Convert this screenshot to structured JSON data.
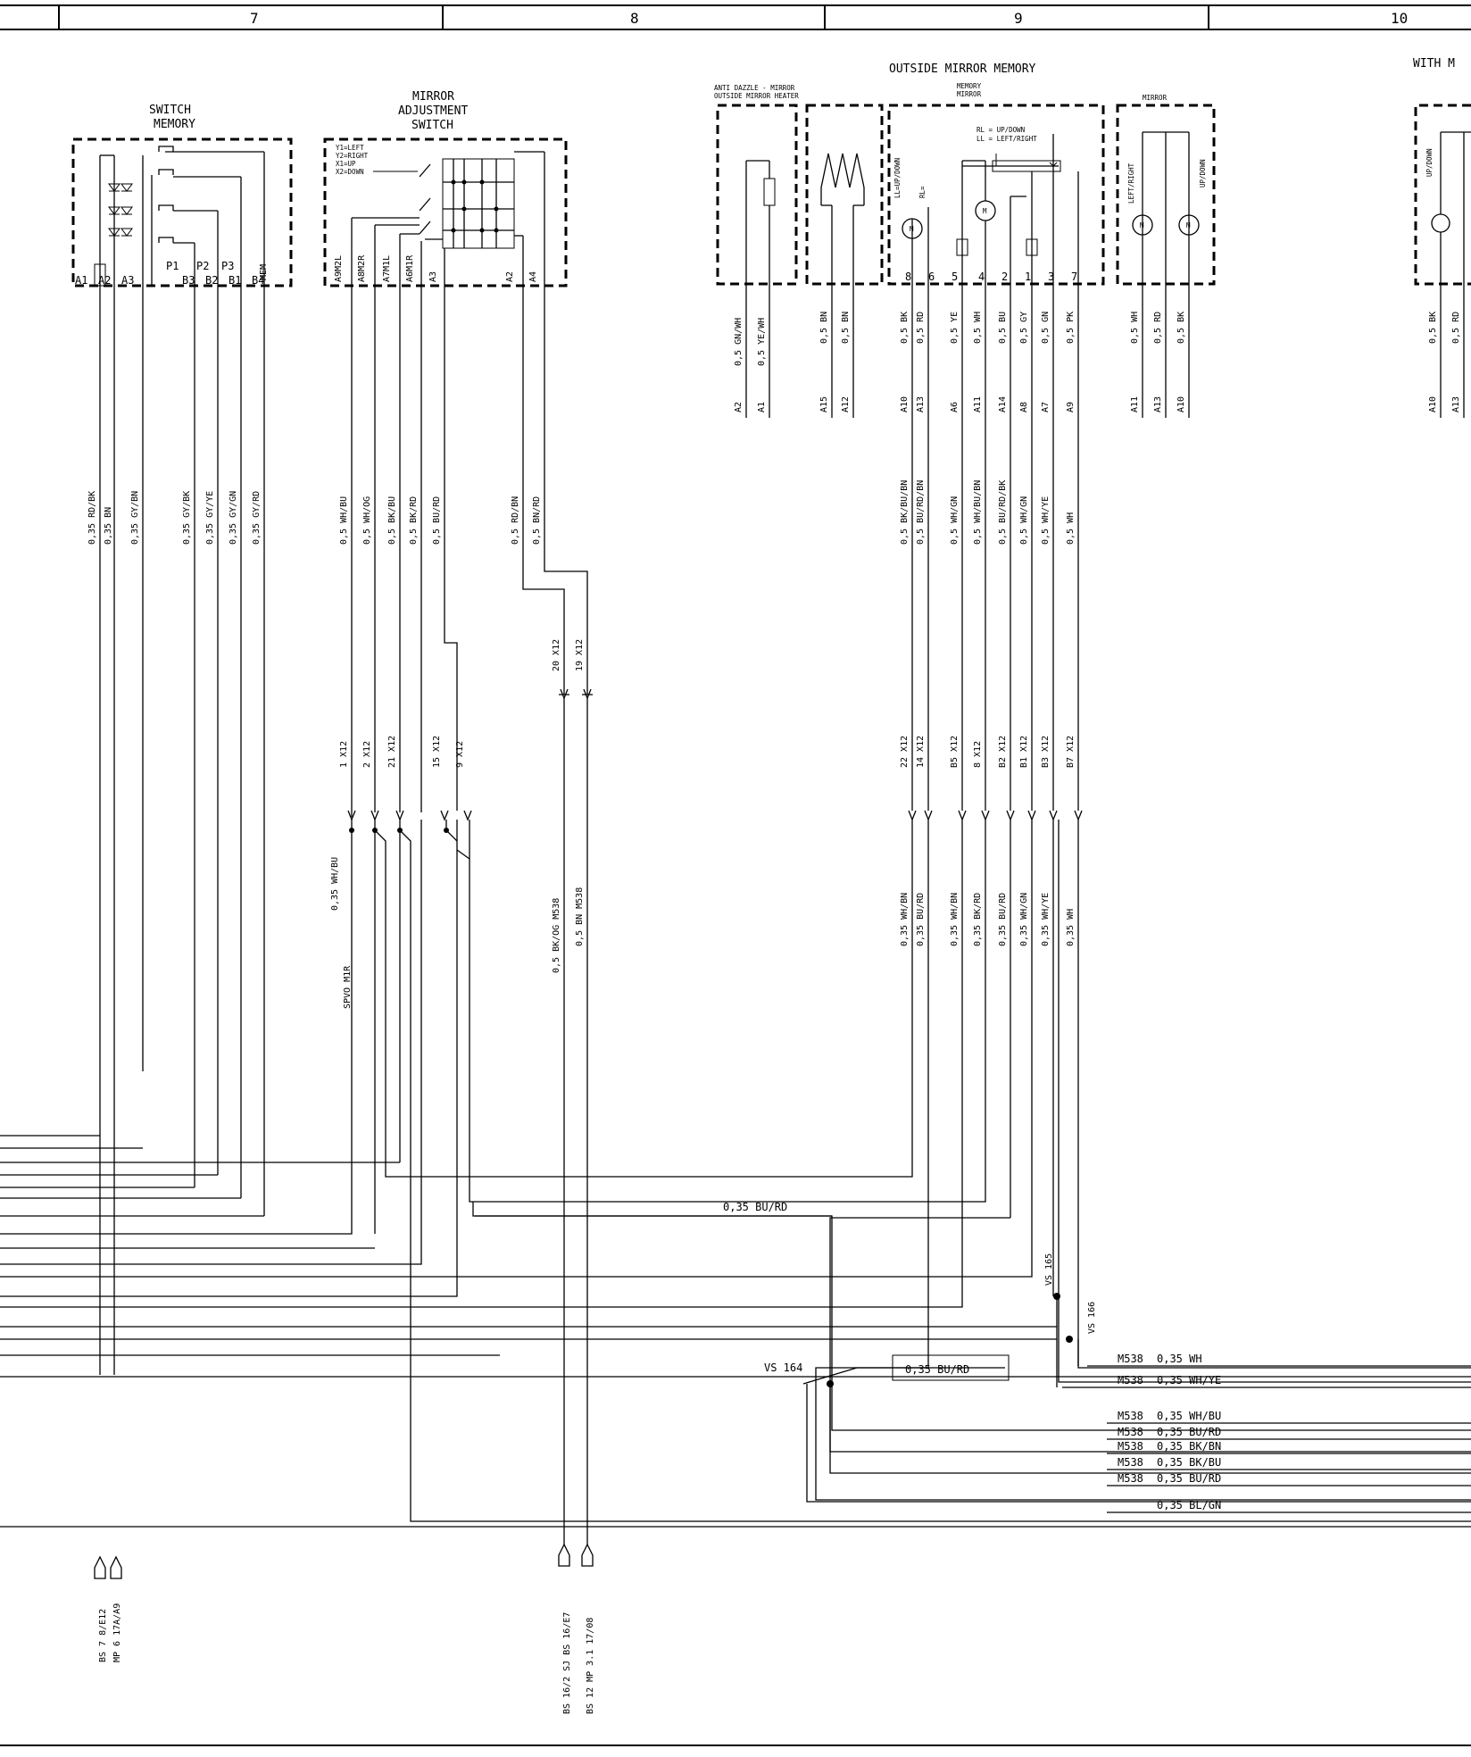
{
  "grid": {
    "columns": [
      "7",
      "8",
      "9",
      "10"
    ]
  },
  "titles": {
    "switch_memory_1": "SWITCH",
    "switch_memory_2": "MEMORY",
    "mirror_adj_1": "MIRROR",
    "mirror_adj_2": "ADJUSTMENT",
    "mirror_adj_3": "SWITCH",
    "outside_mirror_memory": "OUTSIDE MIRROR MEMORY",
    "anti_dazzle_1": "ANTI DAZZLE - MIRROR",
    "anti_dazzle_2": "OUTSIDE MIRROR HEATER",
    "memory_mirror_1": "MEMORY",
    "memory_mirror_2": "MIRROR",
    "mirror_box": "MIRROR",
    "with_m": "WITH M"
  },
  "legends": {
    "mirror_switch": [
      "Y1=LEFT",
      "Y2=RIGHT",
      "X1=UP",
      "X2=DOWN"
    ],
    "memory_mirror": [
      "RL = UP/DOWN",
      "LL = LEFT/RIGHT"
    ]
  },
  "motor_labels": {
    "ll_updown": "LL=UP/DOWN",
    "rl": "RL=",
    "left_right": "LEFT/RIGHT",
    "up_down": "UP/DOWN",
    "up_down_right": "UP/DOWN",
    "motor": "M"
  },
  "switch_memory_pins": [
    "A1",
    "A2",
    "A3",
    "B3",
    "B2",
    "B1",
    "B4"
  ],
  "switch_memory_keys": [
    "P1",
    "P2",
    "P3",
    "MEM"
  ],
  "mirror_switch_pins": [
    "A9M2L",
    "A8M2R",
    "A7M1L",
    "A6M1R",
    "A3",
    "A2",
    "A4"
  ],
  "memory_mirror_pins": [
    "8",
    "6",
    "5",
    "4",
    "2",
    "1",
    "3",
    "7"
  ],
  "upper_wires": [
    "0,35 RD/BK",
    "0,35 BN",
    "0,35 GY/BN",
    "0,35 GY/BK",
    "0,35 GY/YE",
    "0,35 GY/GN",
    "0,35 GY/RD",
    "0,5 WH/BU",
    "0,5 WH/OG",
    "0,5 BK/BU",
    "0,5 BK/RD",
    "0,5 BU/RD",
    "0,5 RD/BN",
    "0,5 BN/RD",
    "0,5 BK/BU/BN",
    "0,5 BU/RD/BN",
    "0,5 WH/GN",
    "0,5 WH/BU/BN",
    "0,5 BU/RD/BK",
    "0,5 WH/GN",
    "0,5 WH/YE",
    "0,5 WH"
  ],
  "top_wires": [
    "0,5 GN/WH",
    "0,5 YE/WH",
    "0,5 BN",
    "0,5 BN",
    "0,5 BK",
    "0,5 RD",
    "0,5 YE",
    "0,5 WH",
    "0,5 BU",
    "0,5 GY",
    "0,5 GN",
    "0,5 PK",
    "0,5 WH",
    "0,5 RD",
    "0,5 BK",
    "0,5 BK",
    "0,5 RD"
  ],
  "top_pins": [
    "A2",
    "A1",
    "A15",
    "A12",
    "A10",
    "A13",
    "A6",
    "A11",
    "A14",
    "A8",
    "A7",
    "A9",
    "A11",
    "A13",
    "A10",
    "A10",
    "A13"
  ],
  "connectors_mid": [
    "20 X12",
    "19 X12"
  ],
  "connectors_low": [
    "1 X12",
    "2 X12",
    "21 X12",
    "15 X12",
    "9 X12",
    "22 X12",
    "14 X12",
    "B5 X12",
    "8 X12",
    "B2 X12",
    "B1 X12",
    "B3 X12",
    "B7 X12"
  ],
  "lower_wires": [
    "0,35 WH/BU",
    "SPVO_M1R",
    "0,5 BK/OG M538",
    "0,5 BN  M538",
    "0,35 WH/BN",
    "0,35 BU/RD",
    "0,35 WH/BN",
    "0,35 BK/RD",
    "0,35 BU/RD",
    "0,35 WH/GN",
    "0,35 WH/YE",
    "0,35 WH"
  ],
  "bus_label": "0,35 BU/RD",
  "splices": [
    "VS 165",
    "VS 166",
    "VS 164"
  ],
  "splice_wire": "0,35 BU/RD",
  "right_bus": [
    {
      "code": "M538",
      "wire": "0,35 WH"
    },
    {
      "code": "M538",
      "wire": "0,35 WH/YE"
    },
    {
      "code": "M538",
      "wire": "0,35 WH/BU"
    },
    {
      "code": "M538",
      "wire": "0,35 BU/RD"
    },
    {
      "code": "M538",
      "wire": "0,35 BK/BN"
    },
    {
      "code": "M538",
      "wire": "0,35 BK/BU"
    },
    {
      "code": "M538",
      "wire": "0,35 BU/RD"
    },
    {
      "code": "",
      "wire": "0,35 BL/GN"
    }
  ],
  "bottom_refs": [
    "BS 7 8/E12",
    "MP 6 17A/A9",
    "BS 16/2 SJ BS 16/E7",
    "BS 12 MP 3.1 17/08"
  ]
}
